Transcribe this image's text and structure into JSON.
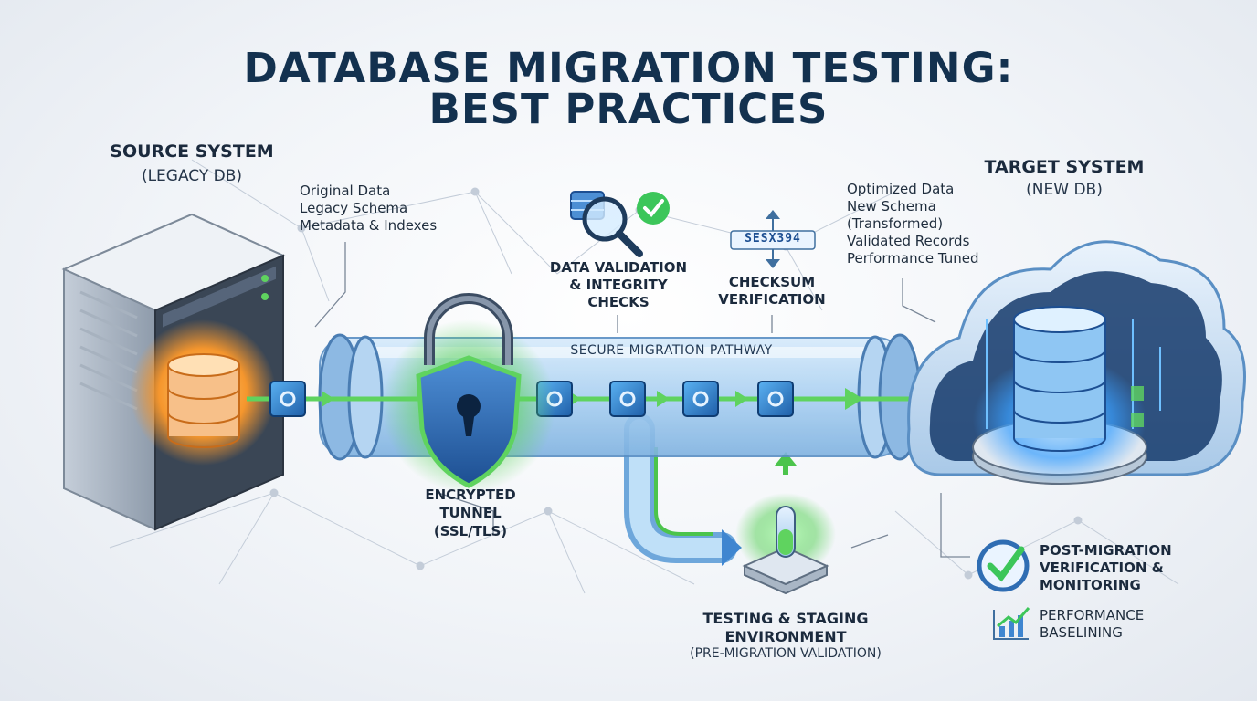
{
  "title": {
    "line1": "DATABASE MIGRATION TESTING:",
    "line2": "BEST PRACTICES"
  },
  "source": {
    "heading": "SOURCE SYSTEM",
    "subheading": "(LEGACY DB)",
    "notes": [
      "Original Data",
      "Legacy Schema",
      "Metadata & Indexes"
    ]
  },
  "target": {
    "heading": "TARGET SYSTEM",
    "subheading": "(NEW DB)",
    "notes": [
      "Optimized Data",
      "New Schema",
      "(Transformed)",
      "Validated Records",
      "Performance Tuned"
    ]
  },
  "pipeline": {
    "label": "SECURE MIGRATION PATHWAY"
  },
  "encryption": {
    "lines": [
      "ENCRYPTED",
      "TUNNEL",
      "(SSL/TLS)"
    ]
  },
  "validation": {
    "lines": [
      "DATA VALIDATION",
      "& INTEGRITY",
      "CHECKS"
    ]
  },
  "checksum": {
    "code": "SESX394",
    "lines": [
      "CHECKSUM",
      "VERIFICATION"
    ]
  },
  "staging": {
    "lines": [
      "TESTING & STAGING",
      "ENVIRONMENT"
    ],
    "sub": "(PRE-MIGRATION VALIDATION)"
  },
  "post": {
    "lines": [
      "POST-MIGRATION",
      "VERIFICATION &",
      "MONITORING"
    ]
  },
  "performance": {
    "lines": [
      "PERFORMANCE",
      "BASELINING"
    ]
  },
  "icons": [
    "server-icon",
    "database-icon",
    "lock-shield-icon",
    "magnifier-check-icon",
    "checksum-icon",
    "test-tube-icon",
    "cloud-database-icon",
    "verified-check-icon",
    "bar-chart-icon",
    "gear-block-icon"
  ],
  "colors": {
    "title": "#13314f",
    "pipe": "#9fc7ec",
    "flow_arrow": "#5fd35f",
    "source_glow": "#f28c28",
    "target_glow": "#3aa0ff",
    "shield": "#2f6db3",
    "check": "#3cc65a"
  }
}
